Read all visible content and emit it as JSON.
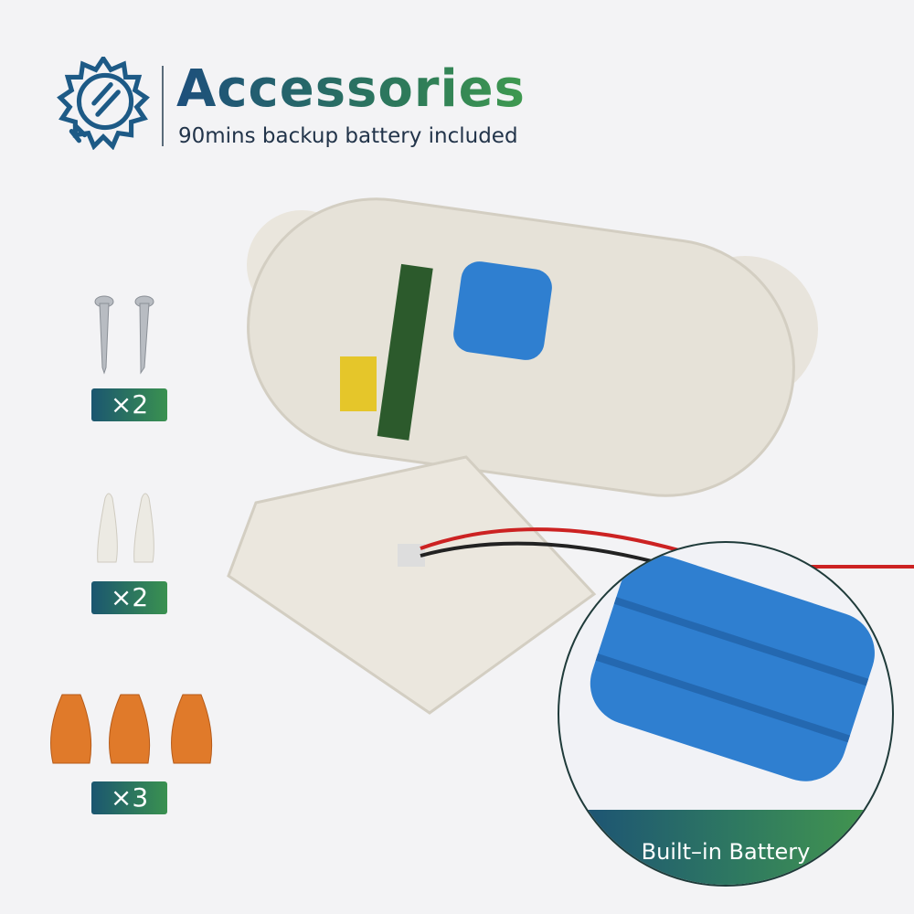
{
  "header": {
    "title": "Accessories",
    "subtitle": "90mins backup battery included",
    "logo_icon": "lightbulb-sun-icon"
  },
  "accessories": [
    {
      "item": "screw",
      "count_label": "×2"
    },
    {
      "item": "wall-anchor",
      "count_label": "×2"
    },
    {
      "item": "wire-connector",
      "count_label": "×3"
    }
  ],
  "callout": {
    "label": "Built–in Battery"
  },
  "colors": {
    "brand_blue": "#1d4f7c",
    "brand_green": "#3f9a50",
    "battery_blue": "#2f7fd0",
    "connector_orange": "#e07a2a"
  }
}
